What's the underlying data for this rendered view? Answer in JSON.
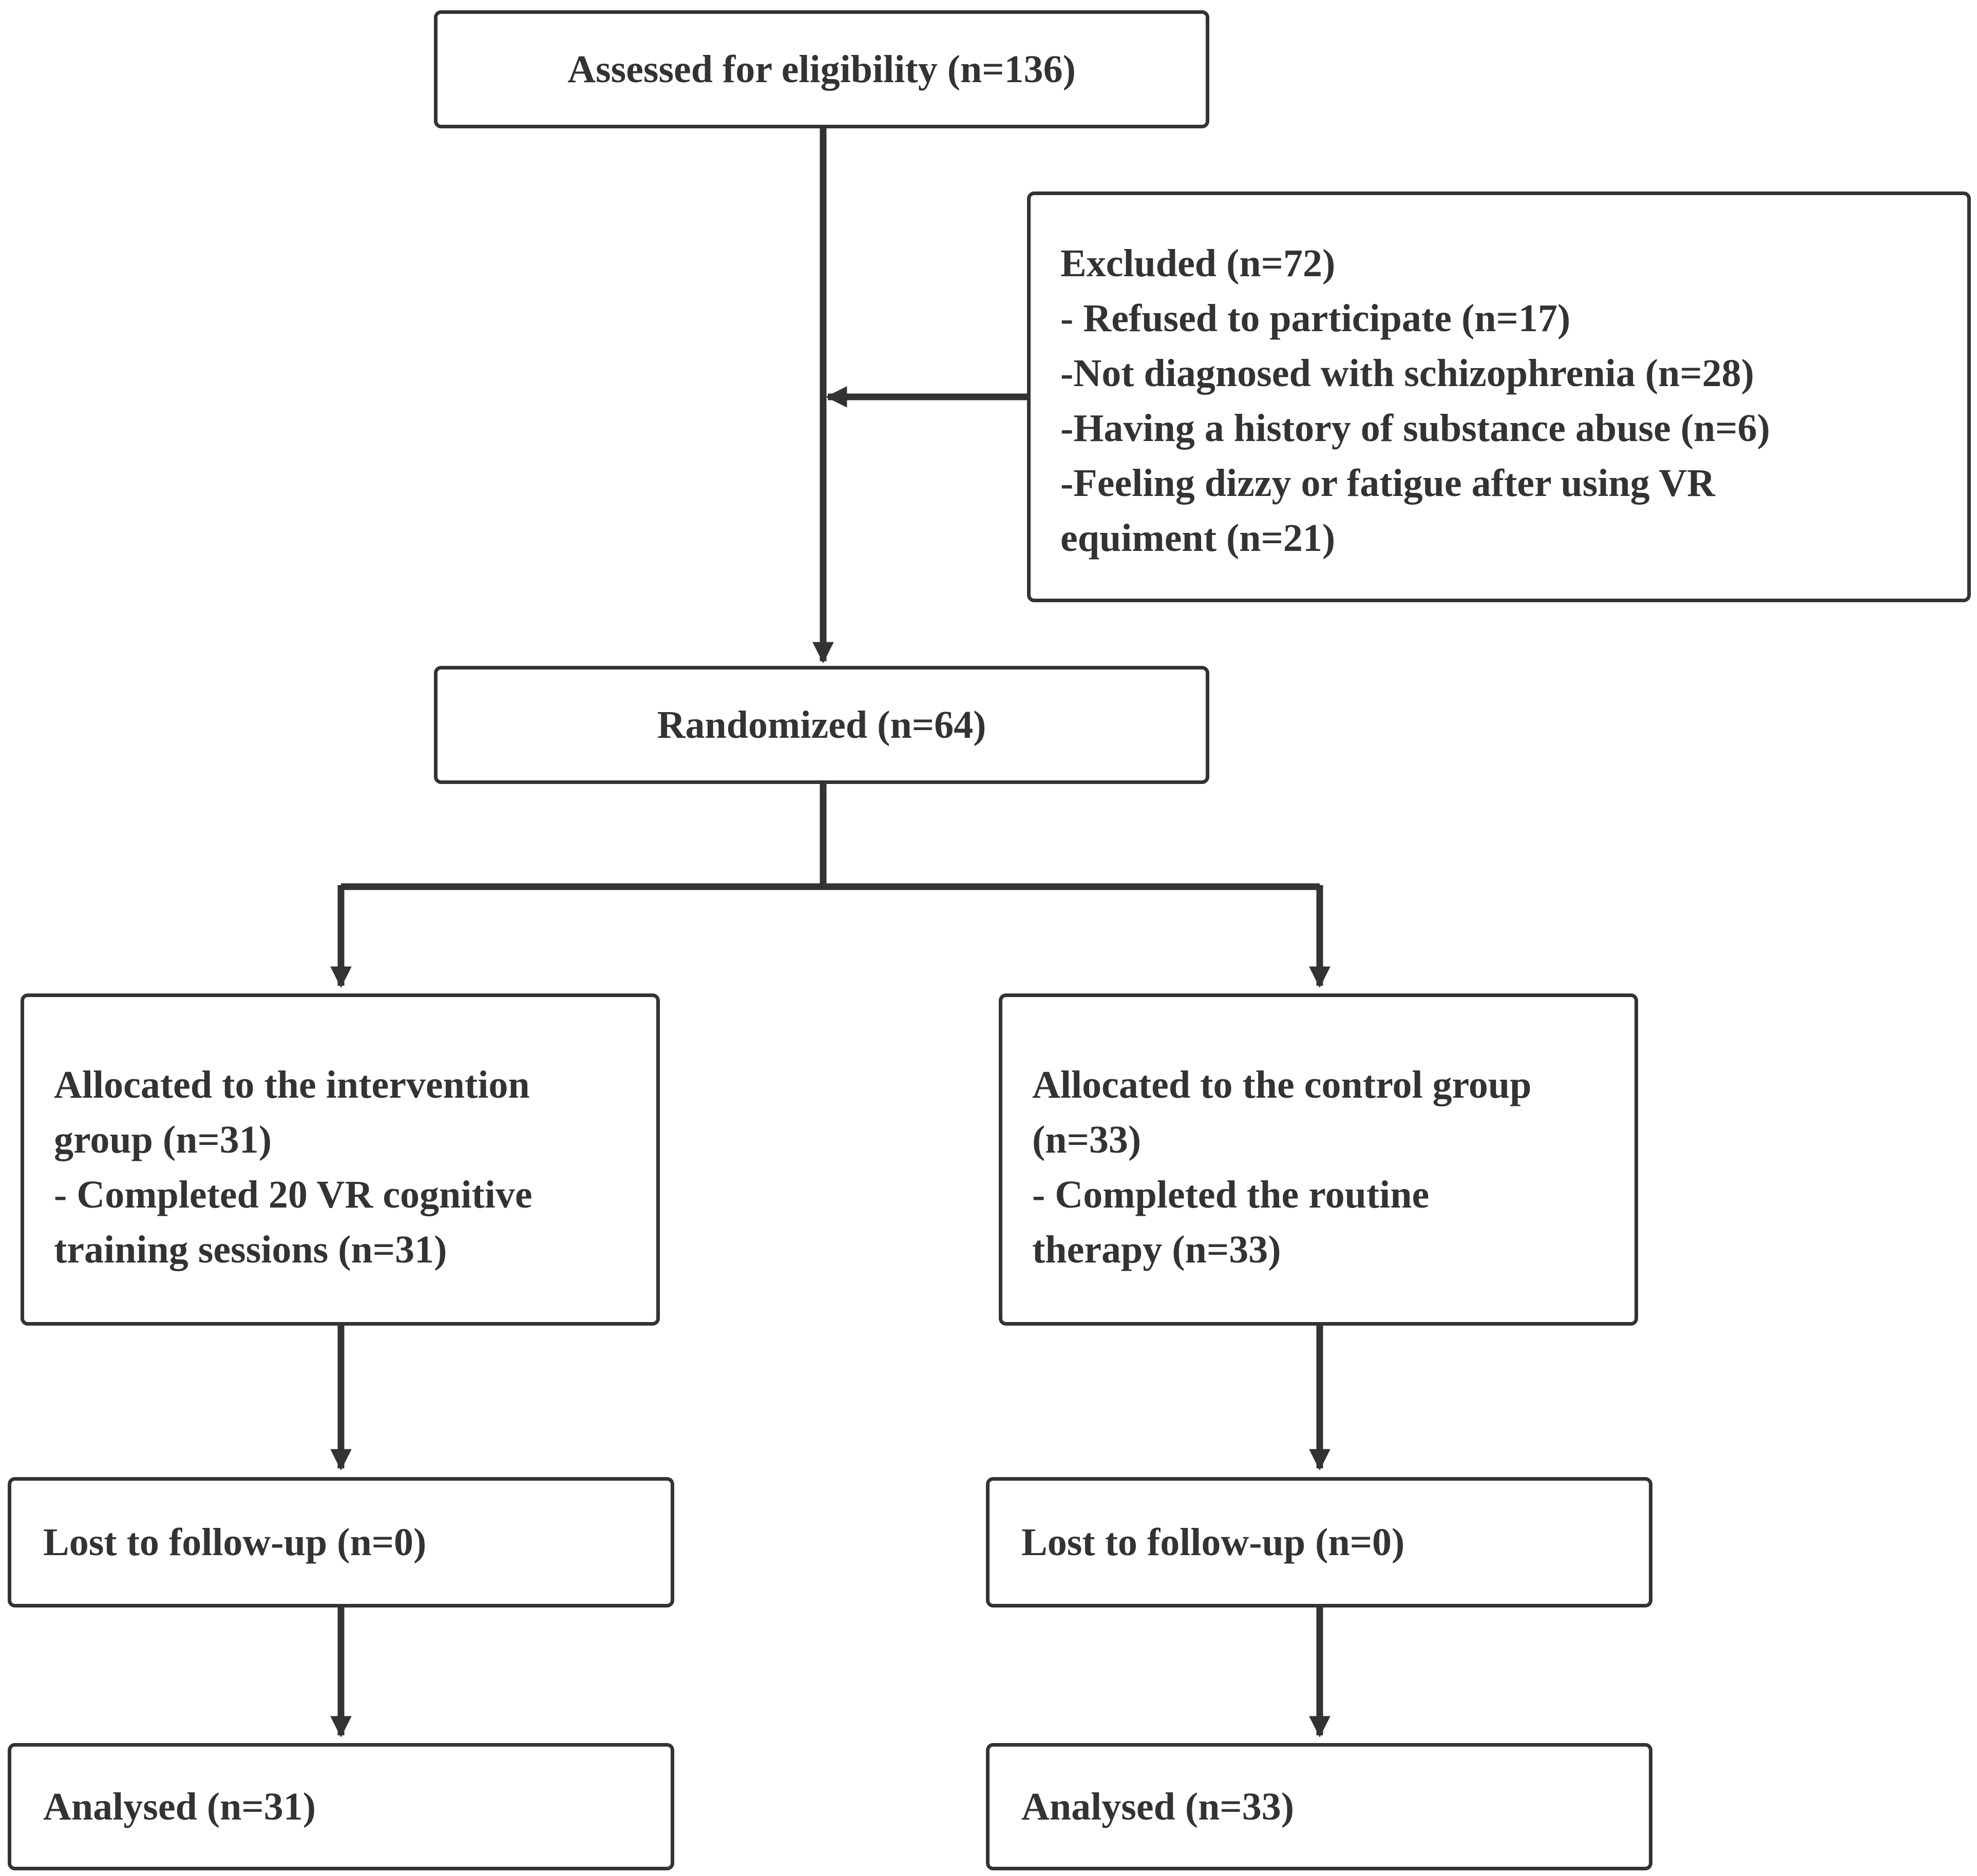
{
  "colors": {
    "stroke": "#333333",
    "text": "#333333",
    "background": "#ffffff"
  },
  "assessed": {
    "text": "Assessed for eligibility (n=136)"
  },
  "excluded": {
    "lines": [
      "Excluded (n=72)",
      "- Refused to participate (n=17)",
      "-Not diagnosed with schizophrenia (n=28)",
      "-Having a history of substance abuse (n=6)",
      "-Feeling dizzy or fatigue after using VR",
      "equiment (n=21)"
    ]
  },
  "randomized": {
    "text": "Randomized (n=64)"
  },
  "intervention": {
    "allocated": {
      "lines": [
        "Allocated to the intervention",
        "group (n=31)",
        "- Completed 20 VR cognitive",
        "training sessions (n=31)"
      ]
    },
    "lost": "Lost to follow-up (n=0)",
    "analysed": "Analysed (n=31)"
  },
  "control": {
    "allocated": {
      "lines": [
        "Allocated to the control group",
        "(n=33)",
        "- Completed the routine",
        "therapy (n=33)"
      ]
    },
    "lost": "Lost to follow-up (n=0)",
    "analysed": "Analysed (n=33)"
  }
}
